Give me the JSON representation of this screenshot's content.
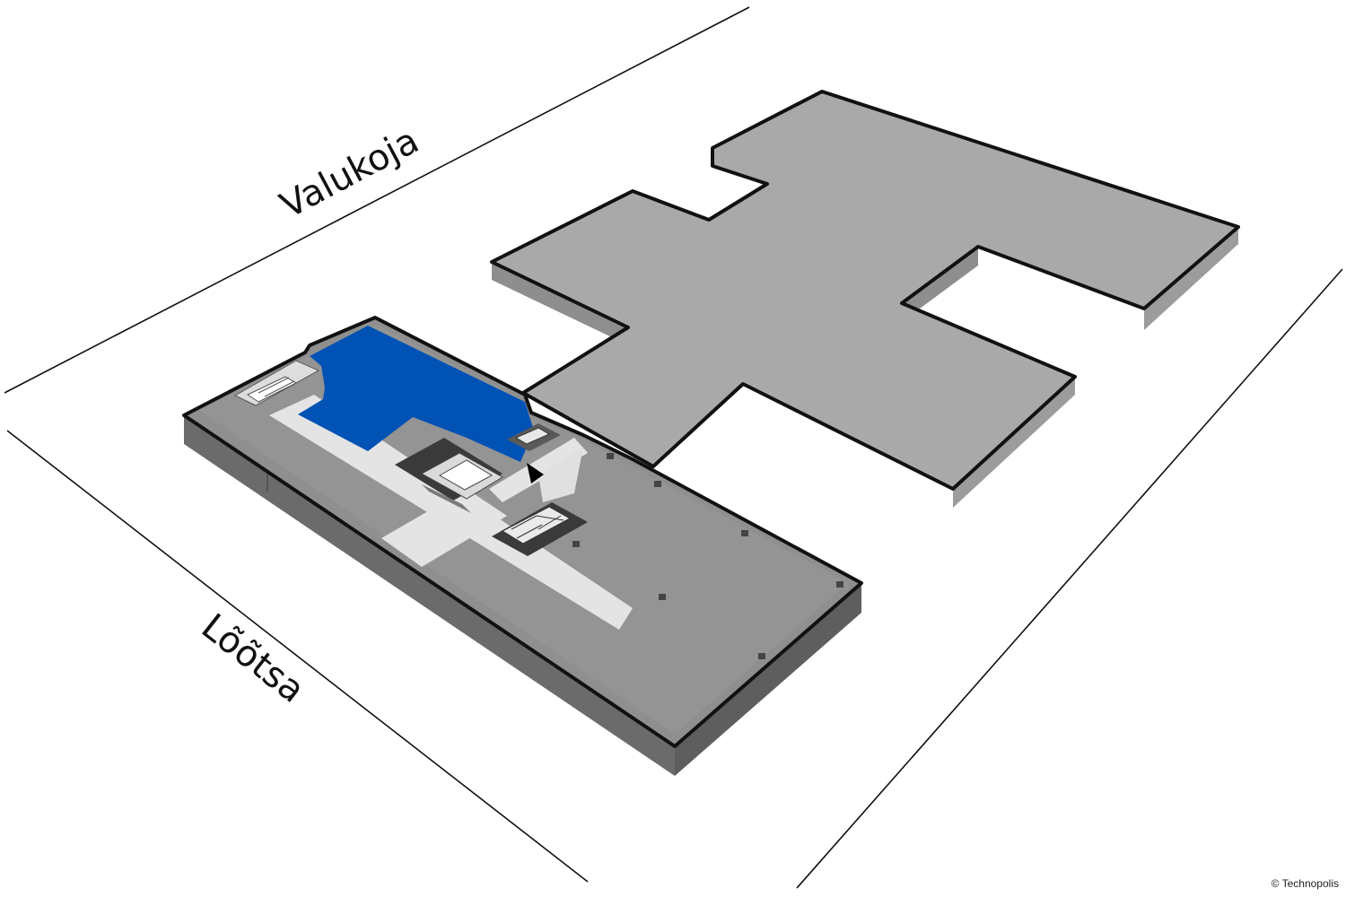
{
  "streets": {
    "north": "Valukoja",
    "west": "Lõõtsa"
  },
  "copyright": "© Technopolis",
  "colors": {
    "background": "#ffffff",
    "street_line": "#111111",
    "other_building_top": "#a9a9a9",
    "other_building_side": "#9a9a9a",
    "outline": "#111111",
    "active_floor_top": "#8f8f8f",
    "active_floor_side": "#6b6b6b",
    "corridor": "#e4e4e4",
    "highlighted_area": "#0052b4",
    "core": "#3a3a3a",
    "marker": "#000000"
  }
}
